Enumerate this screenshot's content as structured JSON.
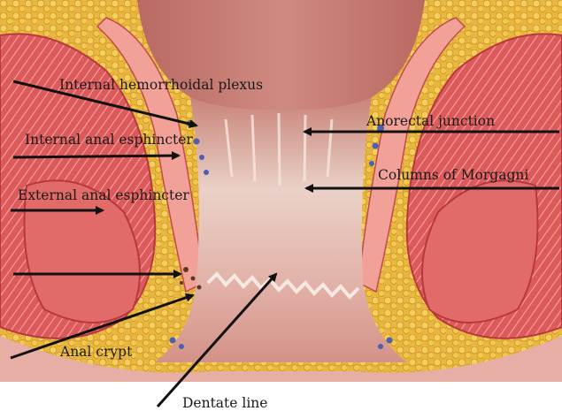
{
  "labels": {
    "internal_hemorrhoidal_plexus": "Internal hemorrhoidal plexus",
    "internal_anal_sphincter": "Internal anal esphincter",
    "external_anal_sphincter": "External anal esphincter",
    "anorectal_junction": "Anorectal junction",
    "columns_of_morgagni": "Columns of Morgagni",
    "anal_crypt": "Anal crypt",
    "dentate_line": "Dentate line"
  },
  "colors": {
    "muscle": "#d9565a",
    "muscle_light": "#f08c86",
    "fat": "#e8b23a",
    "mucosa": "#e8b8b0",
    "canal": "#d8a29a",
    "vessel": "#4c5fb0",
    "arrow": "#111111"
  }
}
